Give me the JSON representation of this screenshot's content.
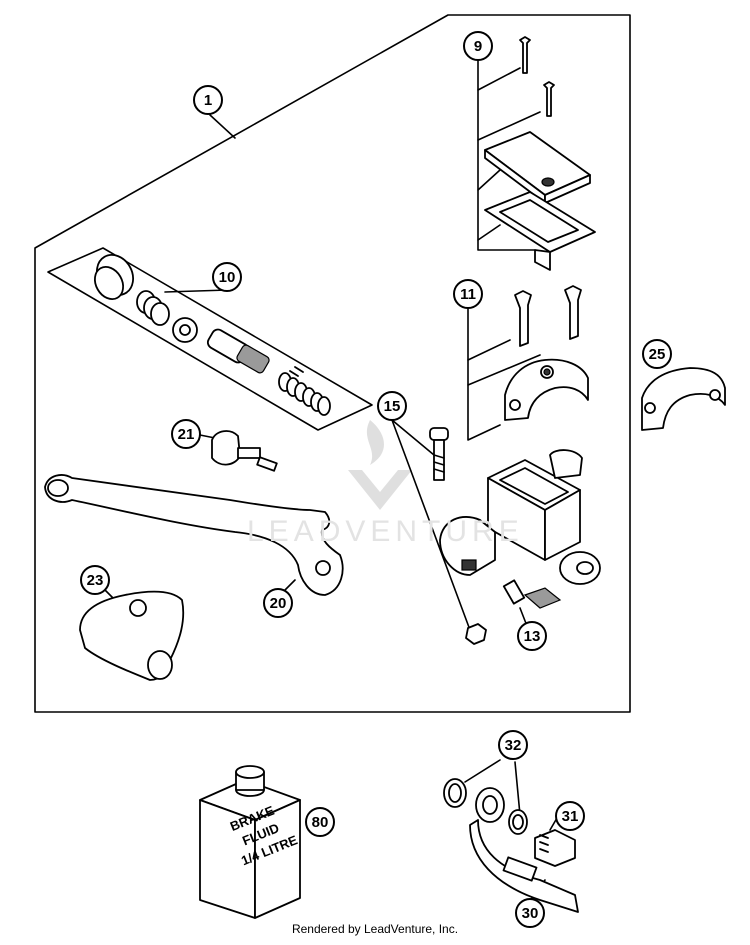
{
  "callouts": [
    "1",
    "9",
    "10",
    "11",
    "13",
    "15",
    "20",
    "21",
    "23",
    "25",
    "30",
    "31",
    "32",
    "80"
  ],
  "bottle_label": [
    "BRAKE",
    "FLUID",
    "1/4 LITRE"
  ],
  "watermark": "LEADVENTURE",
  "footer": "Rendered by LeadVenture, Inc."
}
